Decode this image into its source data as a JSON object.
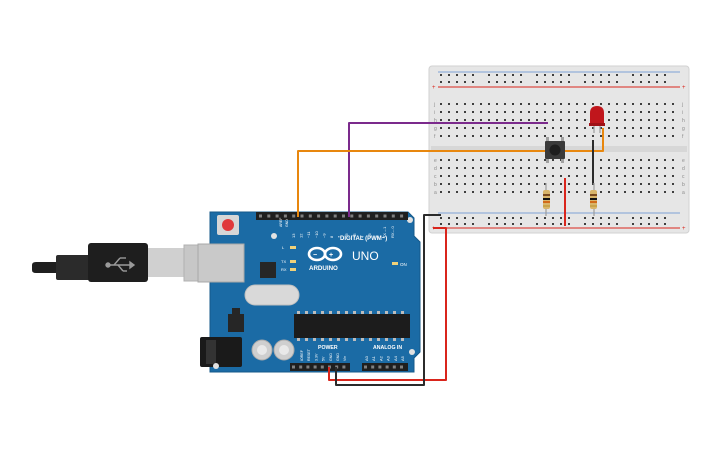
{
  "arduino": {
    "logo_text": "ARDUINO",
    "model": "UNO",
    "digital_header": "DIGITAL (PWM~)",
    "power_label": "POWER",
    "analog_label": "ANALOG IN",
    "on_label": "ON",
    "led_labels": [
      "L",
      "TX",
      "RX"
    ],
    "aref": "AREF",
    "gnd": "GND",
    "digital_pins": [
      "13",
      "12",
      "~11",
      "~10",
      "~9",
      "8",
      "7",
      "~6",
      "~5",
      "4",
      "~3",
      "2",
      "TX→1",
      "RX←0"
    ],
    "power_pins": [
      "IOREF",
      "RESET",
      "3.3V",
      "5V",
      "GND",
      "GND",
      "Vin"
    ],
    "analog_pins": [
      "A0",
      "A1",
      "A2",
      "A3",
      "A4",
      "A5"
    ]
  },
  "breadboard": {
    "row_letters_top": [
      "j",
      "i",
      "h",
      "g",
      "f"
    ],
    "row_letters_bottom": [
      "e",
      "d",
      "c",
      "b",
      "a"
    ],
    "rail_plus": "+",
    "rail_minus": "−"
  },
  "wire_colors": {
    "orange": "#e8870e",
    "purple": "#7b2a8c",
    "red": "#d9251c",
    "black": "#2b2b2b"
  },
  "components": [
    "usb-cable",
    "arduino-uno",
    "breadboard",
    "pushbutton",
    "red-led",
    "resistor",
    "resistor"
  ]
}
